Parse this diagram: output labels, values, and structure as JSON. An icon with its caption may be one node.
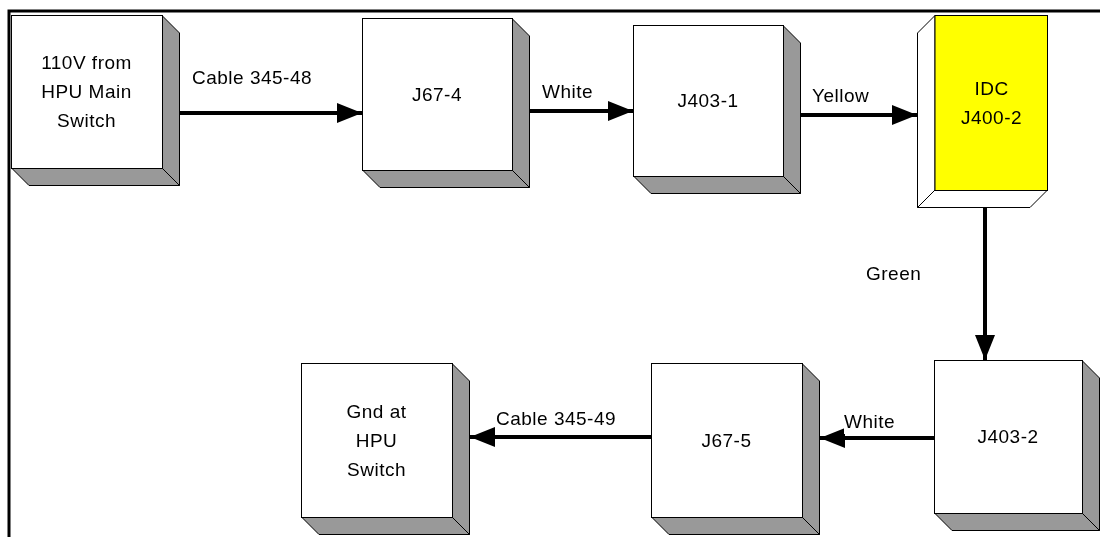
{
  "diagram": {
    "nodes": [
      {
        "text": [
          "110V from HPU Main Switch"
        ]
      },
      {
        "text": [
          "J67-4"
        ]
      },
      {
        "text": [
          "J403-1"
        ]
      },
      {
        "text": [
          "IDC J400-2"
        ]
      },
      {
        "text": [
          "J403-2"
        ]
      },
      {
        "text": [
          "J67-5"
        ]
      },
      {
        "text": [
          "Gnd at HPU Switch"
        ]
      }
    ],
    "edges": [
      {
        "from": 0,
        "to": 1,
        "arrow": "to",
        "label": "Cable 345-48"
      },
      {
        "from": 1,
        "to": 2,
        "arrow": "to",
        "label": "White"
      },
      {
        "from": 2,
        "to": 3,
        "arrow": "to",
        "label": "Yellow"
      },
      {
        "from": 3,
        "to": 4,
        "arrow": "to",
        "label": "Green"
      },
      {
        "from": 4,
        "to": 5,
        "arrow": "to",
        "label": "White"
      },
      {
        "from": 5,
        "to": 6,
        "arrow": "to",
        "label": "Cable 345-49"
      }
    ]
  }
}
